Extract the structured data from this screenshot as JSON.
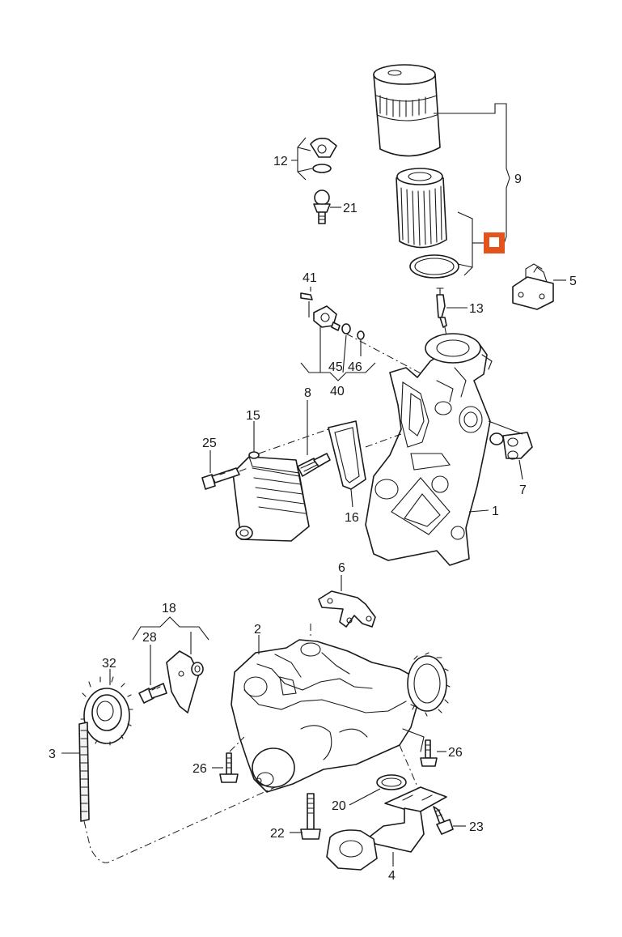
{
  "diagram": {
    "callouts": {
      "c1": "1",
      "c2": "2",
      "c3": "3",
      "c4": "4",
      "c5": "5",
      "c6": "6",
      "c7": "7",
      "c8": "8",
      "c9": "9",
      "c12": "12",
      "c13": "13",
      "c15": "15",
      "c16": "16",
      "c18": "18",
      "c20": "20",
      "c21": "21",
      "c22": "22",
      "c23": "23",
      "c25": "25",
      "c26a": "26",
      "c26b": "26",
      "c28": "28",
      "c32": "32",
      "c40": "40",
      "c41": "41",
      "c45": "45",
      "c46": "46"
    },
    "highlight_color": "#e2541b"
  }
}
